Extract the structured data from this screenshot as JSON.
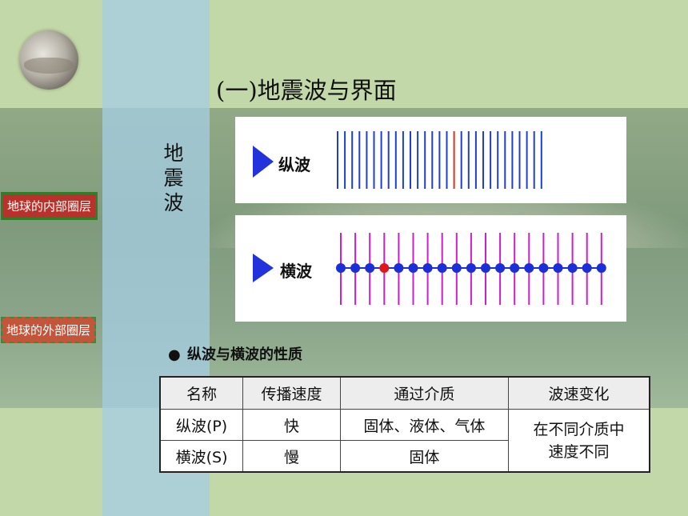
{
  "title": "(一)地震波与界面",
  "vertical_label": "地震波",
  "side_tags": {
    "inner": "地球的内部圈层",
    "outer": "地球的外部圈层"
  },
  "waves": {
    "longitudinal": {
      "label": "纵波",
      "line_color": "#1f3fd0",
      "highlight_color": "#e03020"
    },
    "transverse": {
      "label": "横波",
      "line_color": "#cc1fcc",
      "dot_color": "#1b2fd8",
      "highlight_color": "#e01818"
    }
  },
  "bullet": "纵波与横波的性质",
  "table": {
    "headers": [
      "名称",
      "传播速度",
      "通过介质",
      "波速变化"
    ],
    "rows": [
      [
        "纵波(P)",
        "快",
        "固体、液体、气体"
      ],
      [
        "横波(S)",
        "慢",
        "固体"
      ]
    ],
    "merged_note_line1": "在不同介质中",
    "merged_note_line2": "速度不同"
  },
  "colors": {
    "tag_inner": "#b8322b",
    "tag_outer": "#c2553a",
    "arrow": "#2233dd"
  }
}
